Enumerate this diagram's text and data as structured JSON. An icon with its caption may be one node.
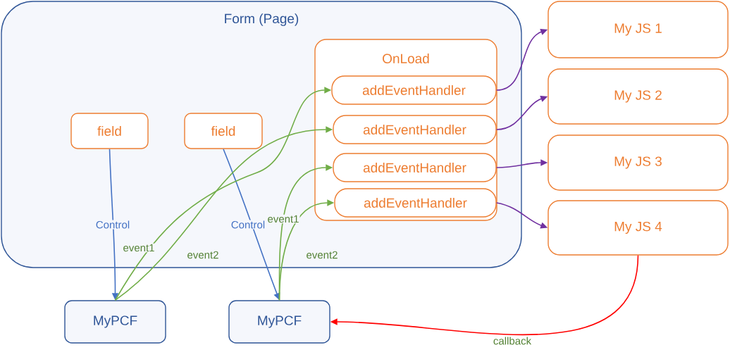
{
  "diagram": {
    "nodes": [
      {
        "text": [
          "Form (Page)"
        ]
      },
      {
        "text": [
          "OnLoad"
        ],
        "in": 0
      },
      {
        "text": [
          "addEventHandler"
        ],
        "in": 1
      },
      {
        "text": [
          "addEventHandler"
        ],
        "in": 1
      },
      {
        "text": [
          "addEventHandler"
        ],
        "in": 1
      },
      {
        "text": [
          "addEventHandler"
        ],
        "in": 1
      },
      {
        "text": [
          "field"
        ],
        "in": 0
      },
      {
        "text": [
          "field"
        ],
        "in": 0
      },
      {
        "text": [
          "My JS 1"
        ]
      },
      {
        "text": [
          "My JS 2"
        ]
      },
      {
        "text": [
          "My JS 3"
        ]
      },
      {
        "text": [
          "My JS 4"
        ]
      },
      {
        "text": [
          "MyPCF"
        ]
      },
      {
        "text": [
          "MyPCF"
        ]
      }
    ],
    "edges": [
      {
        "from": 6,
        "to": 12,
        "arrow": "to",
        "label": "Control",
        "color": "#4472c4"
      },
      {
        "from": 7,
        "to": 13,
        "arrow": "to",
        "label": "Control",
        "color": "#4472c4"
      },
      {
        "from": 12,
        "to": 2,
        "arrow": "to",
        "label": "event1",
        "color": "#70ad47"
      },
      {
        "from": 12,
        "to": 3,
        "arrow": "to",
        "label": "event2",
        "color": "#70ad47"
      },
      {
        "from": 13,
        "to": 4,
        "arrow": "to",
        "label": "event1",
        "color": "#70ad47"
      },
      {
        "from": 13,
        "to": 5,
        "arrow": "to",
        "label": "event2",
        "color": "#70ad47"
      },
      {
        "from": 2,
        "to": 8,
        "arrow": "to",
        "color": "#7030a0"
      },
      {
        "from": 3,
        "to": 9,
        "arrow": "to",
        "color": "#7030a0"
      },
      {
        "from": 4,
        "to": 10,
        "arrow": "to",
        "color": "#7030a0"
      },
      {
        "from": 5,
        "to": 11,
        "arrow": "to",
        "color": "#7030a0"
      },
      {
        "from": 11,
        "to": 13,
        "arrow": "to",
        "label": "callback",
        "color": "#ff0000"
      }
    ]
  }
}
